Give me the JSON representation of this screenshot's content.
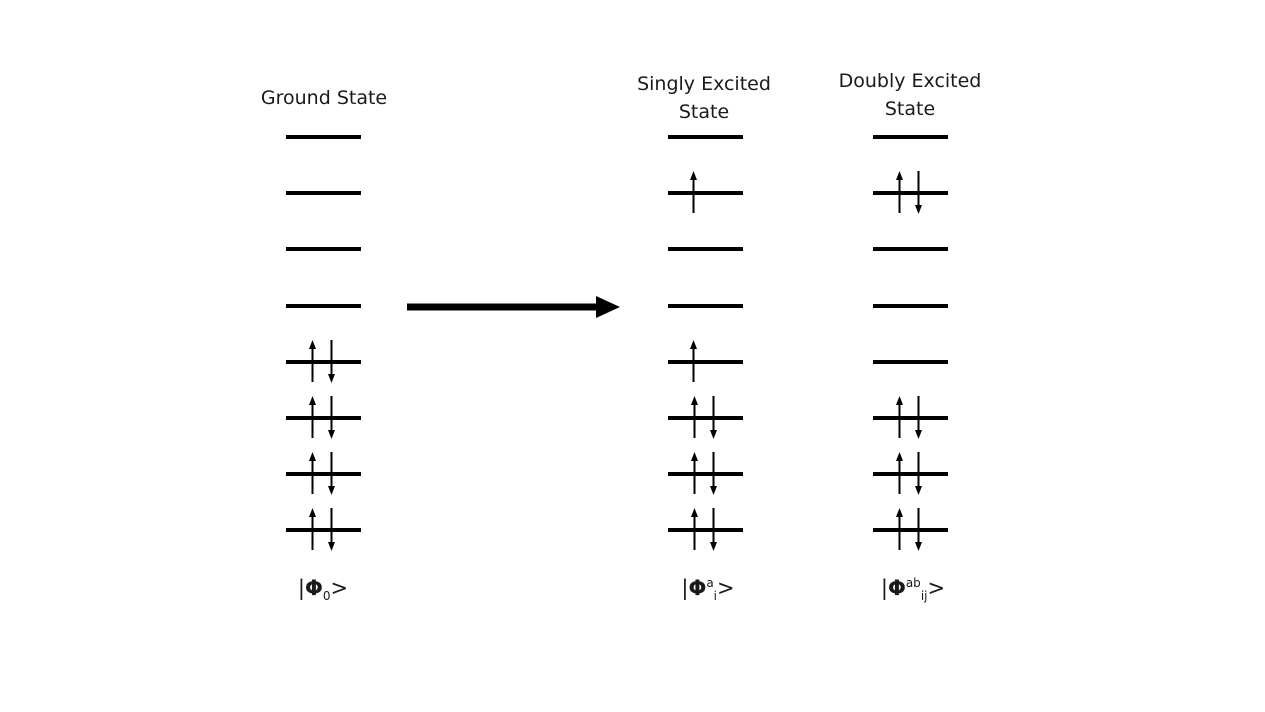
{
  "ground": {
    "title": "Ground State",
    "ket": {
      "bar": "|",
      "phi": "Φ",
      "sub": "0",
      "close": ">"
    },
    "levels": [
      "empty",
      "empty",
      "empty",
      "empty",
      "paired",
      "paired",
      "paired",
      "paired"
    ]
  },
  "single": {
    "title_line1": "Singly Excited",
    "title_line2": "State",
    "ket": {
      "bar": "|",
      "phi": "Φ",
      "sup": "a",
      "sub": "i",
      "close": ">"
    },
    "levels": [
      "empty",
      "up",
      "empty",
      "empty",
      "up",
      "paired",
      "paired",
      "paired"
    ]
  },
  "double": {
    "title_line1": "Doubly Excited",
    "title_line2": "State",
    "ket": {
      "bar": "|",
      "phi": "Φ",
      "sup": "ab",
      "sub": "ij",
      "close": ">"
    },
    "levels": [
      "empty",
      "paired",
      "empty",
      "empty",
      "empty",
      "paired",
      "paired",
      "paired"
    ]
  },
  "colors": {
    "line": "#000000",
    "text": "#1a1a1a"
  }
}
